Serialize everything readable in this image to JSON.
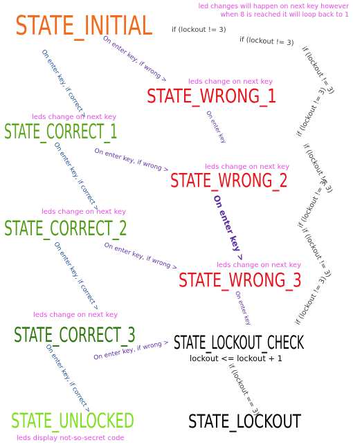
{
  "colors": {
    "initial": "#f26a1b",
    "correct1": "#5aa51c",
    "correct2": "#4f9d16",
    "correct3": "#2f7a10",
    "unlocked": "#7ce01e",
    "wrong": "#e8121a",
    "neutral": "#000000",
    "note": "#e24be0",
    "edge_correct": "#1f4f93",
    "edge_wrong": "#5b2da3",
    "edge_gray": "#3a3a3a"
  },
  "header_note": {
    "line1": "led changes will happen on next key however",
    "line2": "when 8 is reached it will loop back to 1"
  },
  "states": {
    "initial": "STATE_INITIAL",
    "correct_1": "STATE_CORRECT_1",
    "correct_2": "STATE_CORRECT_2",
    "correct_3": "STATE_CORRECT_3",
    "unlocked": "STATE_UNLOCKED",
    "wrong_1": "STATE_WRONG_1",
    "wrong_2": "STATE_WRONG_2",
    "wrong_3": "STATE_WRONG_3",
    "lockout_check": "STATE_LOCKOUT_CHECK",
    "lockout": "STATE_LOCKOUT"
  },
  "notes": {
    "led_next": "leds change on next key",
    "unlocked_note": "leds display not-so-secret code",
    "lockout_increment": "lockout <= lockout + 1"
  },
  "edges": {
    "correct": "On enter key, if correct >",
    "wrong": "On enter key, if wrong >",
    "enter_key_small": "On enter key",
    "enter_key_big": "On enter key >",
    "enter_key_check": "On enter key",
    "lockout_not3": "if (lockout != 3)",
    "lockout_eq3": "if (lockout == 3)"
  }
}
